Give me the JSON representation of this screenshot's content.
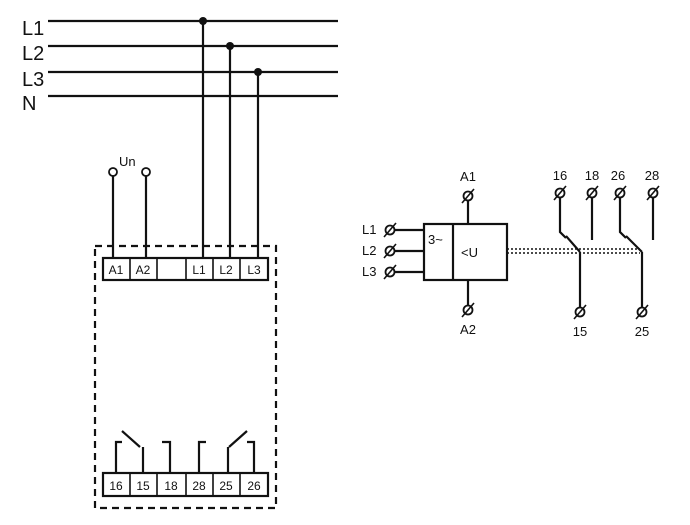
{
  "supply_lines": [
    "L1",
    "L2",
    "L3",
    "N"
  ],
  "supply_voltage_label": "Un",
  "left_device": {
    "top_terminals": [
      "A1",
      "A2",
      "",
      "L1",
      "L2",
      "L3"
    ],
    "bottom_terminals": [
      "16",
      "15",
      "18",
      "28",
      "25",
      "26"
    ]
  },
  "right_schematic": {
    "supply_terminal_top": "A1",
    "supply_terminal_bottom": "A2",
    "phase_inputs": [
      "L1",
      "L2",
      "L3"
    ],
    "phase_block_label": "3~",
    "function_label": "<U",
    "contact_terminals_top": [
      "16",
      "18",
      "26",
      "28"
    ],
    "contact_terminals_bottom": [
      "15",
      "25"
    ]
  }
}
